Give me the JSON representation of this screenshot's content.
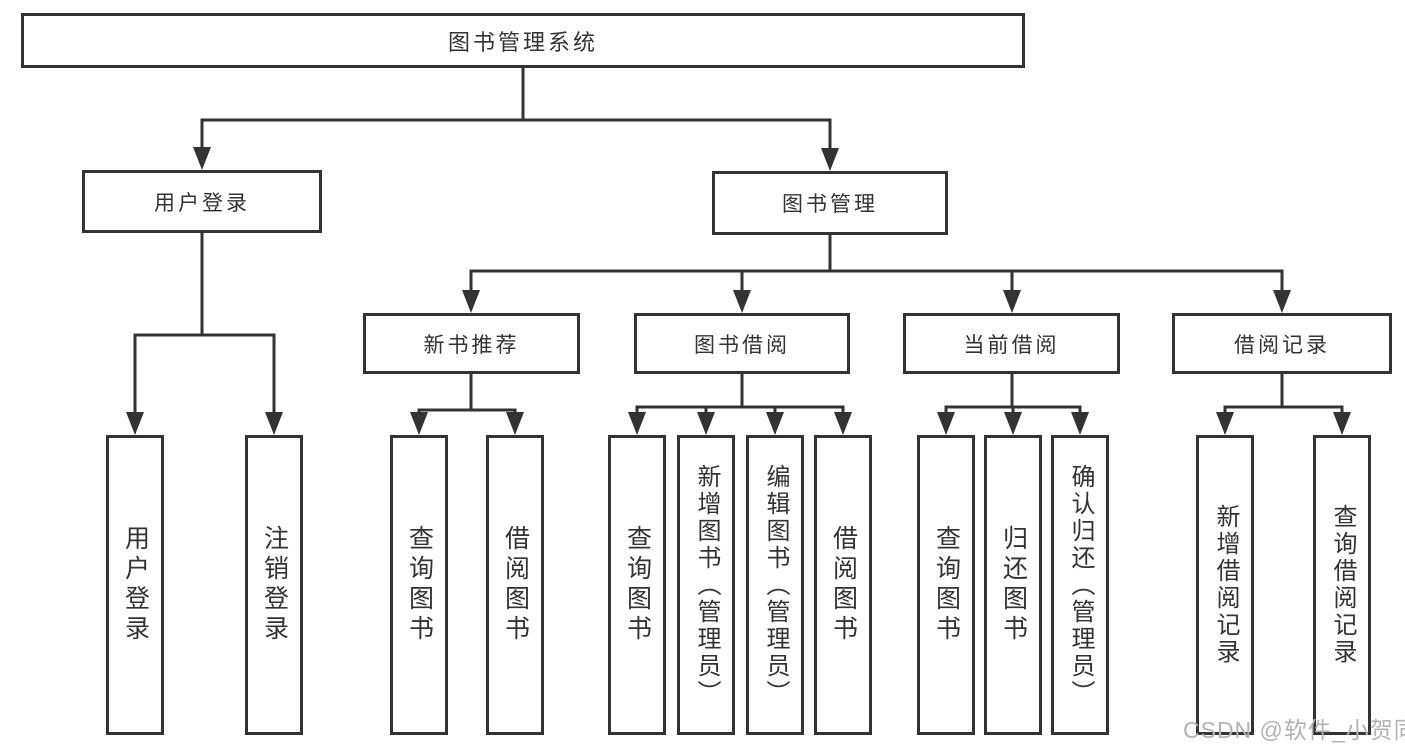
{
  "tree": {
    "root": {
      "label": "图书管理系统"
    },
    "branches": [
      {
        "label": "用户登录",
        "children": [
          {
            "label": "用户登录"
          },
          {
            "label": "注销登录"
          }
        ]
      },
      {
        "label": "图书管理",
        "children": [
          {
            "label": "新书推荐",
            "children": [
              {
                "label": "查询图书"
              },
              {
                "label": "借阅图书"
              }
            ]
          },
          {
            "label": "图书借阅",
            "children": [
              {
                "label": "查询图书"
              },
              {
                "label": "新增图书（管理员）"
              },
              {
                "label": "编辑图书（管理员）"
              },
              {
                "label": "借阅图书"
              }
            ]
          },
          {
            "label": "当前借阅",
            "children": [
              {
                "label": "查询图书"
              },
              {
                "label": "归还图书"
              },
              {
                "label": "确认归还（管理员）"
              }
            ]
          },
          {
            "label": "借阅记录",
            "children": [
              {
                "label": "新增借阅记录"
              },
              {
                "label": "查询借阅记录"
              }
            ]
          }
        ]
      }
    ]
  },
  "watermark": {
    "text": "CSDN @软件_小贺同学"
  },
  "colors": {
    "line": "#333333",
    "text": "#333333",
    "watermark": "#b3b3b3",
    "background": "#ffffff"
  }
}
